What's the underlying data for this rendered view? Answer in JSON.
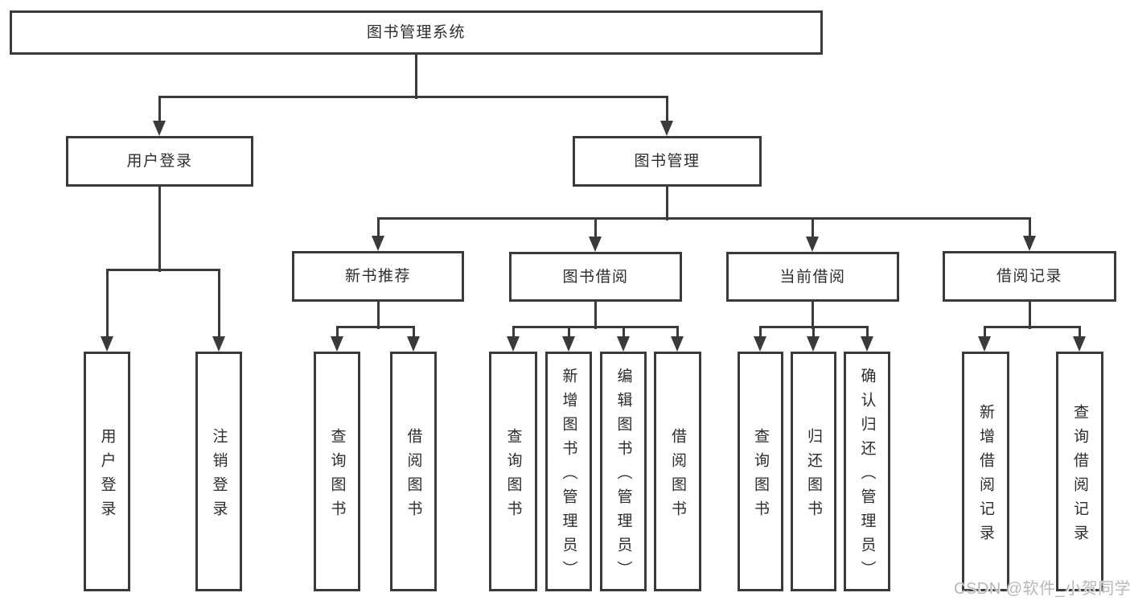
{
  "title": "图书管理系统",
  "watermark": "CSDN @软件_小贺同学",
  "colors": {
    "line": "#3a3a3a",
    "text": "#2d2d2d",
    "watermark": "#b8b8b8",
    "background": "#ffffff"
  },
  "nodes": [
    {
      "id": "root",
      "label": "图书管理系统",
      "orient": "h",
      "level": 1,
      "parent": null
    },
    {
      "id": "user-login",
      "label": "用户登录",
      "orient": "h",
      "level": 2,
      "parent": "root"
    },
    {
      "id": "book-mgmt",
      "label": "图书管理",
      "orient": "h",
      "level": 2,
      "parent": "root"
    },
    {
      "id": "new-book-rec",
      "label": "新书推荐",
      "orient": "h",
      "level": 3,
      "parent": "book-mgmt"
    },
    {
      "id": "book-borrow",
      "label": "图书借阅",
      "orient": "h",
      "level": 3,
      "parent": "book-mgmt"
    },
    {
      "id": "current-borrow",
      "label": "当前借阅",
      "orient": "h",
      "level": 3,
      "parent": "book-mgmt"
    },
    {
      "id": "borrow-records",
      "label": "借阅记录",
      "orient": "h",
      "level": 3,
      "parent": "book-mgmt"
    },
    {
      "id": "leaf-user-login",
      "label": "用户登录",
      "orient": "v",
      "level": 4,
      "parent": "user-login"
    },
    {
      "id": "leaf-logout",
      "label": "注销登录",
      "orient": "v",
      "level": 4,
      "parent": "user-login"
    },
    {
      "id": "leaf-query-book-1",
      "label": "查询图书",
      "orient": "v",
      "level": 4,
      "parent": "new-book-rec"
    },
    {
      "id": "leaf-borrow-book-1",
      "label": "借阅图书",
      "orient": "v",
      "level": 4,
      "parent": "new-book-rec"
    },
    {
      "id": "leaf-query-book-2",
      "label": "查询图书",
      "orient": "v",
      "level": 4,
      "parent": "book-borrow"
    },
    {
      "id": "leaf-add-book",
      "label": "新增图书（管理员）",
      "orient": "v",
      "level": 4,
      "parent": "book-borrow"
    },
    {
      "id": "leaf-edit-book",
      "label": "编辑图书（管理员）",
      "orient": "v",
      "level": 4,
      "parent": "book-borrow"
    },
    {
      "id": "leaf-borrow-book-2",
      "label": "借阅图书",
      "orient": "v",
      "level": 4,
      "parent": "book-borrow"
    },
    {
      "id": "leaf-query-book-3",
      "label": "查询图书",
      "orient": "v",
      "level": 4,
      "parent": "current-borrow"
    },
    {
      "id": "leaf-return-book",
      "label": "归还图书",
      "orient": "v",
      "level": 4,
      "parent": "current-borrow"
    },
    {
      "id": "leaf-confirm-return",
      "label": "确认归还（管理员）",
      "orient": "v",
      "level": 4,
      "parent": "current-borrow"
    },
    {
      "id": "leaf-add-record",
      "label": "新增借阅记录",
      "orient": "v",
      "level": 4,
      "parent": "borrow-records"
    },
    {
      "id": "leaf-query-record",
      "label": "查询借阅记录",
      "orient": "v",
      "level": 4,
      "parent": "borrow-records"
    }
  ]
}
